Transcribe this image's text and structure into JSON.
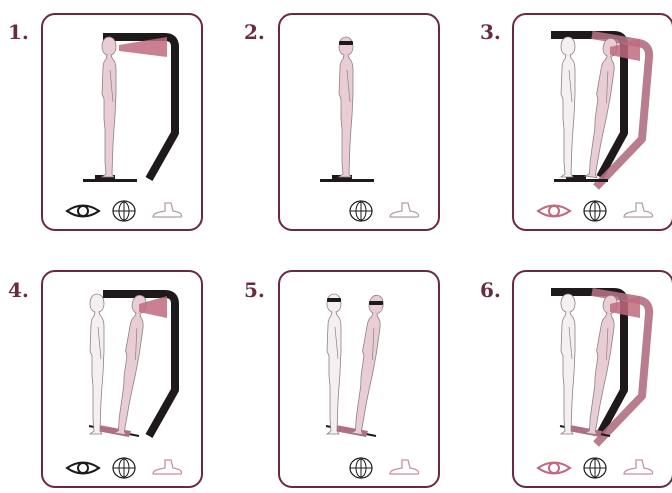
{
  "panels": [
    {
      "number": "1.",
      "figures": [
        "pink"
      ],
      "frame": "normal",
      "beam": true,
      "visor": false,
      "platform": "flat",
      "icons": {
        "eye": "dark",
        "vest": "dark",
        "foot": "light"
      }
    },
    {
      "number": "2.",
      "figures": [
        "pink"
      ],
      "frame": "none",
      "beam": false,
      "visor": true,
      "platform": "flat",
      "icons": {
        "eye": null,
        "vest": "dark",
        "foot": "light"
      }
    },
    {
      "number": "3.",
      "figures": [
        "white",
        "pink-tilt"
      ],
      "frame": "tilted",
      "beam": true,
      "visor": false,
      "platform": "flat",
      "icons": {
        "eye": "pink",
        "vest": "dark",
        "foot": "light"
      }
    },
    {
      "number": "4.",
      "figures": [
        "white",
        "pink-tilt"
      ],
      "frame": "normal",
      "beam": true,
      "visor": false,
      "platform": "tilted",
      "icons": {
        "eye": "dark",
        "vest": "dark",
        "foot": "pink"
      }
    },
    {
      "number": "5.",
      "figures": [
        "white",
        "pink-tilt"
      ],
      "frame": "none",
      "beam": false,
      "visor": true,
      "platform": "tilted",
      "icons": {
        "eye": null,
        "vest": "dark",
        "foot": "pink"
      }
    },
    {
      "number": "6.",
      "figures": [
        "white",
        "pink-tilt"
      ],
      "frame": "tilted",
      "beam": true,
      "visor": false,
      "platform": "tilted",
      "icons": {
        "eye": "pink",
        "vest": "dark",
        "foot": "pink"
      }
    }
  ],
  "colors": {
    "border": "#6b2a3c",
    "pink": "#c98f9f",
    "figurePink": "#e8cdd4",
    "figureWhite": "#f4eff0",
    "dark": "#1e1a1c",
    "iconLight": "#b0a0a6"
  }
}
